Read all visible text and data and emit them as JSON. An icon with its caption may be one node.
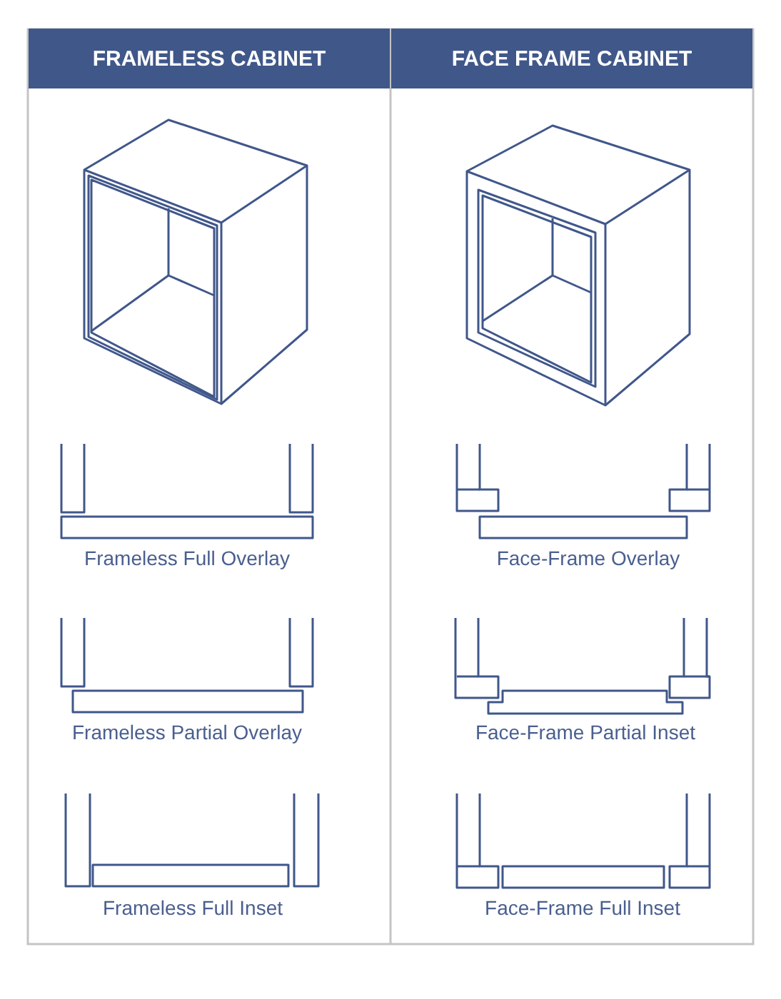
{
  "diagram": {
    "nodes": [
      {
        "text": [
          "FRAMELESS CABINET"
        ]
      },
      {
        "text": [
          "FACE FRAME CABINET"
        ]
      }
    ],
    "labels": [
      "Frameless Full Overlay",
      "Face-Frame Overlay",
      "Frameless Partial Overlay",
      "Face-Frame Partial Inset",
      "Frameless Full Inset",
      "Face-Frame Full Inset"
    ]
  }
}
